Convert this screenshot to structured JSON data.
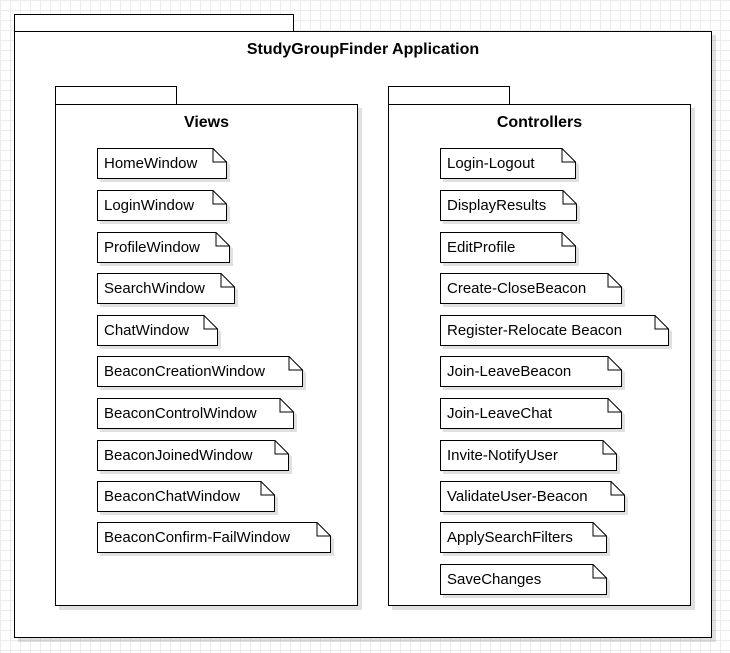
{
  "application": {
    "title": "StudyGroupFinder Application"
  },
  "views": {
    "title": "Views",
    "items": [
      "HomeWindow",
      "LoginWindow",
      "ProfileWindow",
      "SearchWindow",
      "ChatWindow",
      "BeaconCreationWindow",
      "BeaconControlWindow",
      "BeaconJoinedWindow",
      "BeaconChatWindow",
      "BeaconConfirm-FailWindow"
    ]
  },
  "controllers": {
    "title": "Controllers",
    "items": [
      "Login-Logout",
      "DisplayResults",
      "EditProfile",
      "Create-CloseBeacon",
      "Register-Relocate Beacon",
      "Join-LeaveBeacon",
      "Join-LeaveChat",
      "Invite-NotifyUser",
      "ValidateUser-Beacon",
      "ApplySearchFilters",
      "SaveChanges"
    ]
  }
}
